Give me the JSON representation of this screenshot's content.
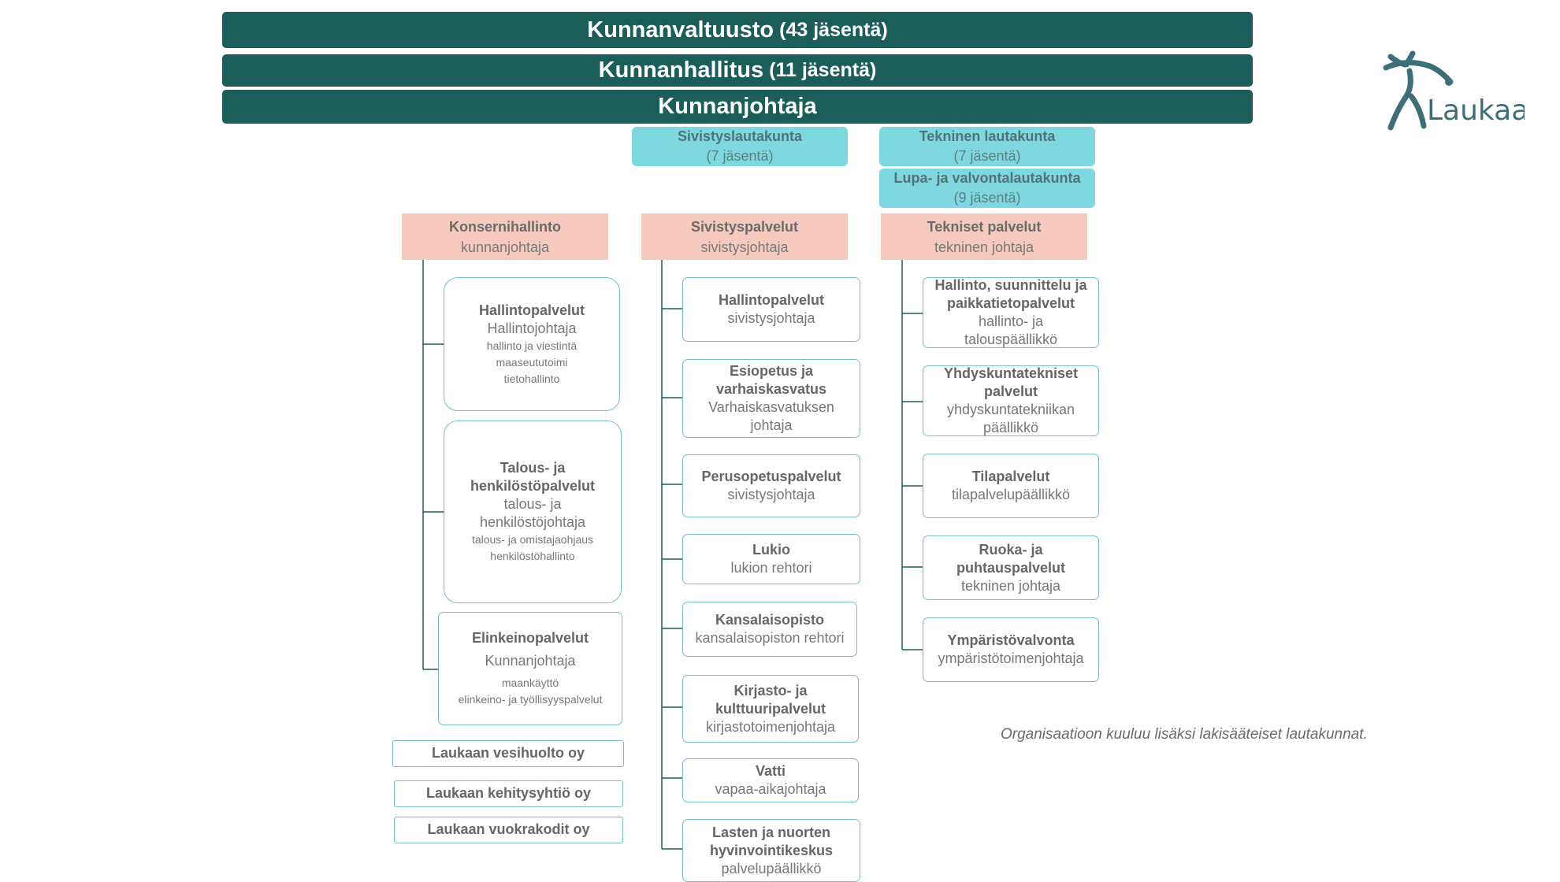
{
  "top_bars": {
    "council": {
      "title": "Kunnanvaltuusto",
      "members": "(43 jäsentä)"
    },
    "board": {
      "title": "Kunnanhallitus",
      "members": "(11 jäsentä)"
    },
    "manager": {
      "title": "Kunnanjohtaja"
    }
  },
  "committees": {
    "education": {
      "title": "Sivistyslautakunta",
      "members": "(7 jäsentä)"
    },
    "technical": {
      "title": "Tekninen lautakunta",
      "members": "(7 jäsentä)"
    },
    "permits": {
      "title": "Lupa- ja valvontalautakunta",
      "members": "(9 jäsentä)"
    }
  },
  "columns": {
    "group": {
      "head": {
        "title": "Konsernihallinto",
        "role": "kunnanjohtaja"
      },
      "units": [
        {
          "title": "Hallintopalvelut",
          "role": "Hallintojohtaja",
          "sub1": "hallinto ja viestintä",
          "sub2": "maaseututoimi",
          "sub3": "tietohallinto"
        },
        {
          "title": "Talous- ja henkilöstöpalvelut",
          "role": "talous- ja henkilöstöjohtaja",
          "sub1": "talous- ja omistajaohjaus",
          "sub2": "henkilöstöhallinto"
        },
        {
          "title": "Elinkeinopalvelut",
          "role": "Kunnanjohtaja",
          "sub1": "maankäyttö",
          "sub2": "elinkeino- ja työllisyyspalvelut"
        }
      ],
      "companies": [
        "Laukaan vesihuolto oy",
        "Laukaan kehitysyhtiö oy",
        "Laukaan vuokrakodit oy"
      ]
    },
    "education": {
      "head": {
        "title": "Sivistyspalvelut",
        "role": "sivistysjohtaja"
      },
      "units": [
        {
          "title": "Hallintopalvelut",
          "role": "sivistysjohtaja"
        },
        {
          "title": "Esiopetus ja varhaiskasvatus",
          "role": "Varhaiskasvatuksen johtaja"
        },
        {
          "title": "Perusopetuspalvelut",
          "role": "sivistysjohtaja"
        },
        {
          "title": "Lukio",
          "role": "lukion rehtori"
        },
        {
          "title": "Kansalaisopisto",
          "role": "kansalaisopiston rehtori"
        },
        {
          "title": "Kirjasto- ja kulttuuripalvelut",
          "role": "kirjastotoimenjohtaja"
        },
        {
          "title": "Vatti",
          "role": "vapaa-aikajohtaja"
        },
        {
          "title": "Lasten ja nuorten hyvinvointikeskus",
          "role": "palvelupäällikkö"
        }
      ]
    },
    "technical": {
      "head": {
        "title": "Tekniset palvelut",
        "role": "tekninen johtaja"
      },
      "units": [
        {
          "title": "Hallinto, suunnittelu ja paikkatietopalvelut",
          "role": "hallinto- ja talouspäällikkö"
        },
        {
          "title": "Yhdyskuntatekniset palvelut",
          "role": "yhdyskuntatekniikan päällikkö"
        },
        {
          "title": "Tilapalvelut",
          "role": "tilapalvelupäällikkö"
        },
        {
          "title": "Ruoka- ja puhtauspalvelut",
          "role": "tekninen johtaja"
        },
        {
          "title": "Ympäristövalvonta",
          "role": "ympäristötoimenjohtaja"
        }
      ]
    }
  },
  "note": "Organisaatioon kuuluu lisäksi lakisääteiset lautakunnat.",
  "logo": {
    "text": "Laukaa",
    "icon": "laukaa-figure-icon"
  },
  "colors": {
    "bar": "#1b5e59",
    "committee": "#7fd8df",
    "head": "#f6cbbd",
    "border": "#76bec7"
  }
}
